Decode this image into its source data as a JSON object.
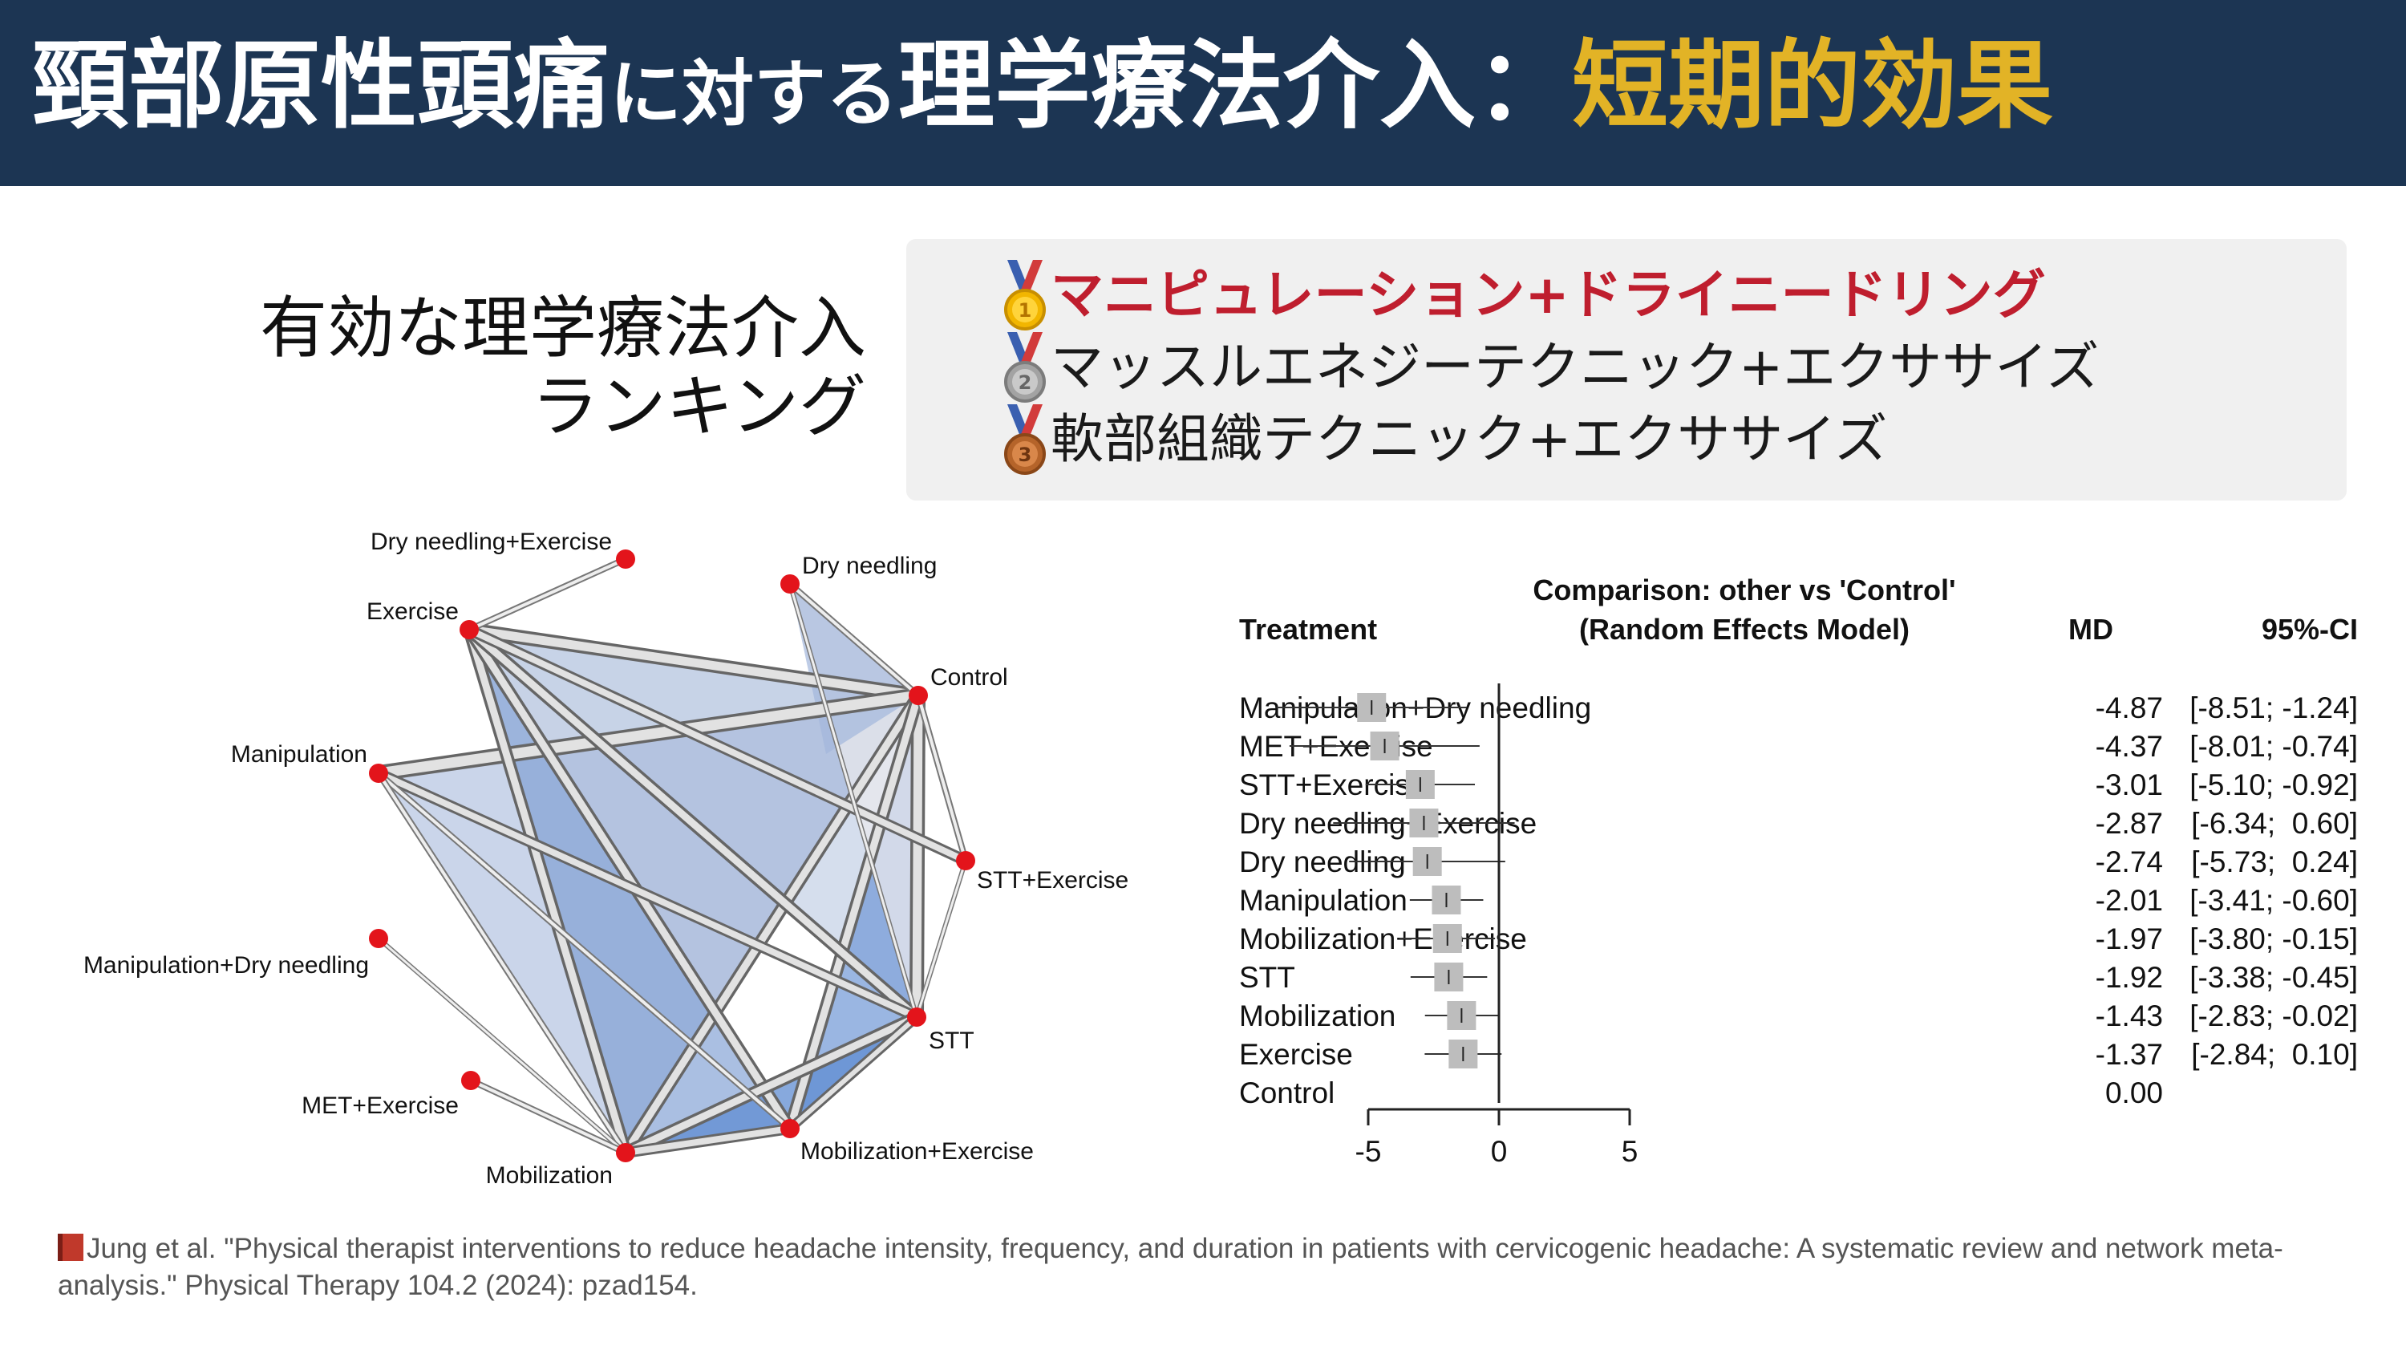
{
  "header": {
    "title_part1": "頸部原性頭痛",
    "title_part2": "に対する",
    "title_part3": "理学療法介入：",
    "title_accent": "短期的効果",
    "accent_color": "#e2b326",
    "banner_color": "#1c3553"
  },
  "ranking": {
    "label_line1": "有効な理学療法介入",
    "label_line2": "ランキング",
    "items": [
      {
        "rank": "1",
        "medal": "gold-medal-icon",
        "text": "マニピュレーション+ドライニードリング"
      },
      {
        "rank": "2",
        "medal": "silver-medal-icon",
        "text": "マッスルエネジーテクニック+エクササイズ"
      },
      {
        "rank": "3",
        "medal": "bronze-medal-icon",
        "text": "軟部組織テクニック+エクササイズ"
      }
    ],
    "highlight_color": "#bf1e2e"
  },
  "chart_data": [
    {
      "type": "network",
      "nodes": [
        "Dry needling+Exercise",
        "Dry needling",
        "Exercise",
        "Control",
        "Manipulation",
        "STT+Exercise",
        "Manipulation+Dry needling",
        "STT",
        "MET+Exercise",
        "Mobilization",
        "Mobilization+Exercise"
      ],
      "node_color": "#e3141b"
    },
    {
      "type": "forest",
      "title": "Comparison: other vs 'Control'",
      "subtitle": "(Random Effects Model)",
      "headers": {
        "treatment": "Treatment",
        "md": "MD",
        "ci": "95%-CI"
      },
      "rows": [
        {
          "name": "Manipulation+Dry needling",
          "md": -4.87,
          "lo": -8.51,
          "hi": -1.24,
          "md_label": "-4.87",
          "ci_label": "[-8.51; -1.24]"
        },
        {
          "name": "MET+Exercise",
          "md": -4.37,
          "lo": -8.01,
          "hi": -0.74,
          "md_label": "-4.37",
          "ci_label": "[-8.01; -0.74]"
        },
        {
          "name": "STT+Exercise",
          "md": -3.01,
          "lo": -5.1,
          "hi": -0.92,
          "md_label": "-3.01",
          "ci_label": "[-5.10; -0.92]"
        },
        {
          "name": "Dry needling+Exercise",
          "md": -2.87,
          "lo": -6.34,
          "hi": 0.6,
          "md_label": "-2.87",
          "ci_label": "[-6.34;  0.60]"
        },
        {
          "name": "Dry needling",
          "md": -2.74,
          "lo": -5.73,
          "hi": 0.24,
          "md_label": "-2.74",
          "ci_label": "[-5.73;  0.24]"
        },
        {
          "name": "Manipulation",
          "md": -2.01,
          "lo": -3.41,
          "hi": -0.6,
          "md_label": "-2.01",
          "ci_label": "[-3.41; -0.60]"
        },
        {
          "name": "Mobilization+Exercise",
          "md": -1.97,
          "lo": -3.8,
          "hi": -0.15,
          "md_label": "-1.97",
          "ci_label": "[-3.80; -0.15]"
        },
        {
          "name": "STT",
          "md": -1.92,
          "lo": -3.38,
          "hi": -0.45,
          "md_label": "-1.92",
          "ci_label": "[-3.38; -0.45]"
        },
        {
          "name": "Mobilization",
          "md": -1.43,
          "lo": -2.83,
          "hi": -0.02,
          "md_label": "-1.43",
          "ci_label": "[-2.83; -0.02]"
        },
        {
          "name": "Exercise",
          "md": -1.37,
          "lo": -2.84,
          "hi": 0.1,
          "md_label": "-1.37",
          "ci_label": "[-2.84;  0.10]"
        },
        {
          "name": "Control",
          "md": 0,
          "lo": null,
          "hi": null,
          "md_label": "0.00",
          "ci_label": ""
        }
      ],
      "xlim": [
        -5,
        5
      ],
      "ticks": [
        -5,
        0,
        5
      ],
      "tick_labels": [
        "-5",
        "0",
        "5"
      ]
    }
  ],
  "citation": "Jung et al. \"Physical therapist interventions to reduce headache intensity, frequency, and duration in patients with cervicogenic headache: A systematic review and network meta-analysis.\" Physical Therapy 104.2 (2024): pzad154."
}
